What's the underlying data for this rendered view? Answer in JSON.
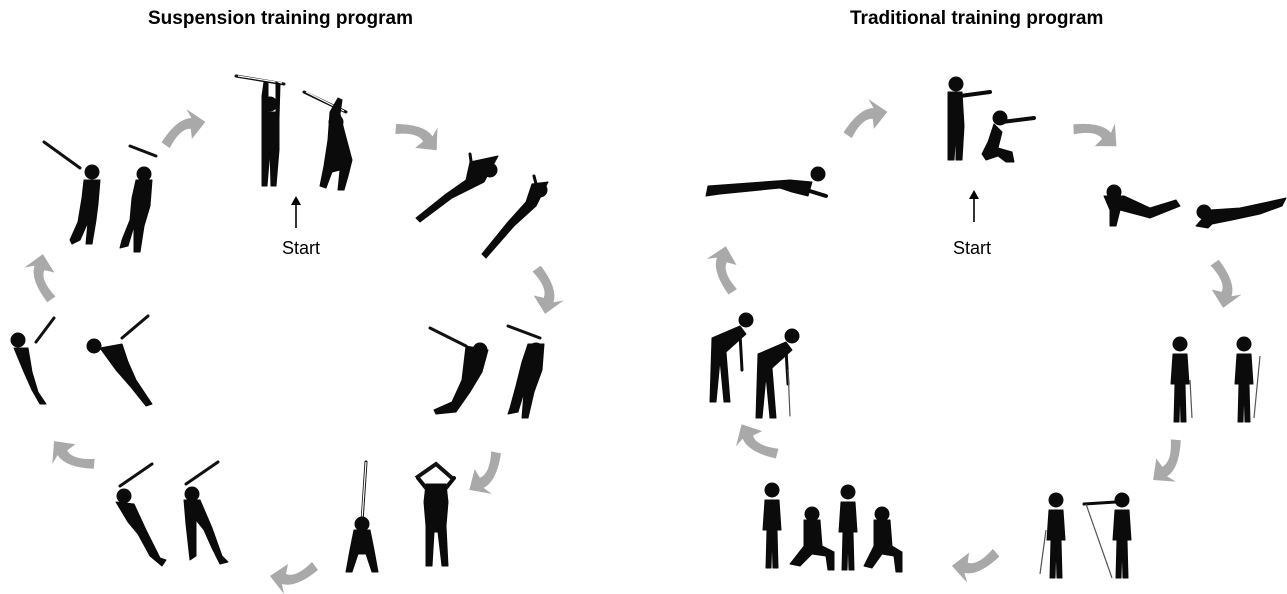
{
  "panels": [
    {
      "title": "Suspension training program",
      "start_label": "Start"
    },
    {
      "title": "Traditional training program",
      "start_label": "Start"
    }
  ],
  "colors": {
    "arrow": "#a9a9a9",
    "figure": "#0b0b0b",
    "background": "#ffffff"
  }
}
